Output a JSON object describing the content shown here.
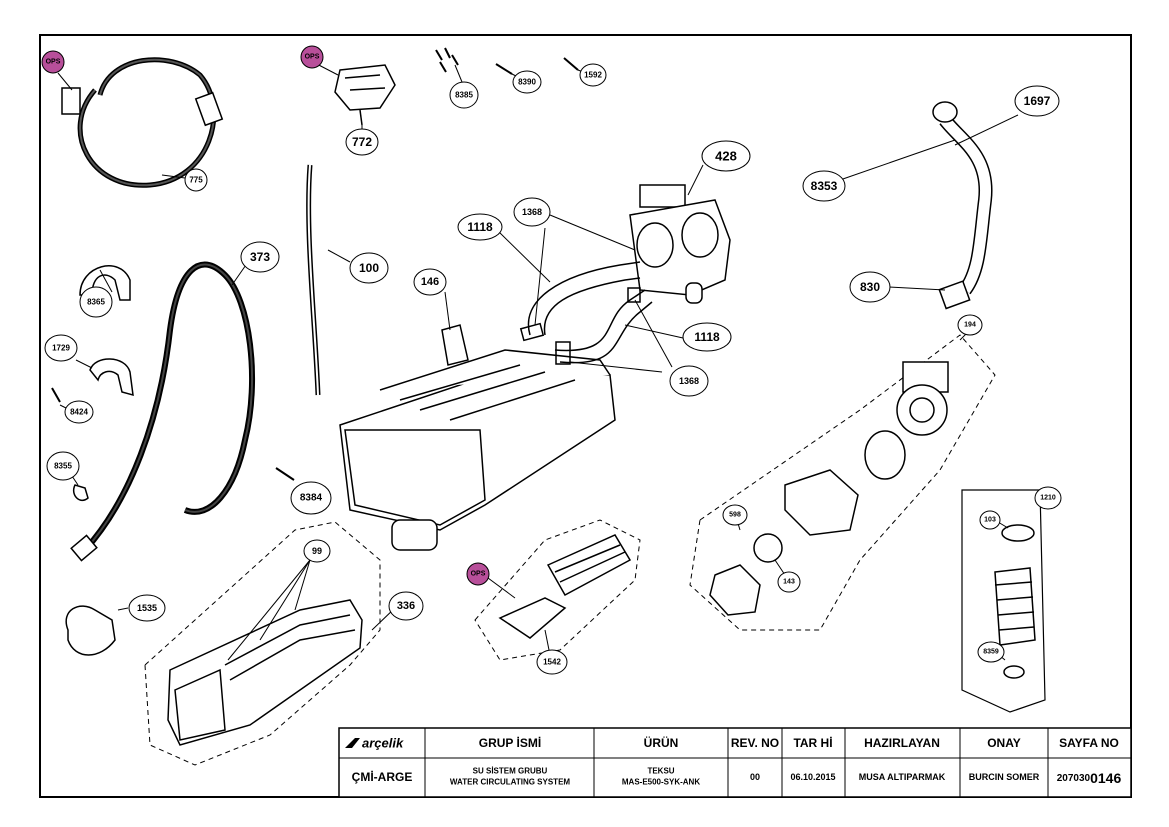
{
  "ops_tag": "OPS",
  "callouts": [
    {
      "id": "775",
      "text": "775"
    },
    {
      "id": "772",
      "text": "772"
    },
    {
      "id": "8385",
      "text": "8385"
    },
    {
      "id": "8390",
      "text": "8390"
    },
    {
      "id": "1592",
      "text": "1592"
    },
    {
      "id": "428",
      "text": "428"
    },
    {
      "id": "1697",
      "text": "1697"
    },
    {
      "id": "8353",
      "text": "8353"
    },
    {
      "id": "1368a",
      "text": "1368"
    },
    {
      "id": "1118a",
      "text": "1118"
    },
    {
      "id": "100",
      "text": "100"
    },
    {
      "id": "373",
      "text": "373"
    },
    {
      "id": "8365",
      "text": "8365"
    },
    {
      "id": "146",
      "text": "146"
    },
    {
      "id": "830",
      "text": "830"
    },
    {
      "id": "1118b",
      "text": "1118"
    },
    {
      "id": "1368b",
      "text": "1368"
    },
    {
      "id": "1729",
      "text": "1729"
    },
    {
      "id": "194",
      "text": "194"
    },
    {
      "id": "8424",
      "text": "8424"
    },
    {
      "id": "8355",
      "text": "8355"
    },
    {
      "id": "8384",
      "text": "8384"
    },
    {
      "id": "1210",
      "text": "1210"
    },
    {
      "id": "598",
      "text": "598"
    },
    {
      "id": "103",
      "text": "103"
    },
    {
      "id": "99",
      "text": "99"
    },
    {
      "id": "143",
      "text": "143"
    },
    {
      "id": "1535",
      "text": "1535"
    },
    {
      "id": "336",
      "text": "336"
    },
    {
      "id": "1542",
      "text": "1542"
    },
    {
      "id": "8359",
      "text": "8359"
    }
  ],
  "title_block": {
    "brand": "arçelik",
    "headers": {
      "group": "GRUP İSMİ",
      "product": "ÜRÜN",
      "rev": "REV. NO",
      "date": "TAR Hİ",
      "prepared": "HAZIRLAYAN",
      "approval": "ONAY",
      "page": "SAYFA NO"
    },
    "values": {
      "department": "ÇMİ-ARGE",
      "group_line1": "SU SİSTEM GRUBU",
      "group_line2": "WATER CIRCULATING SYSTEM",
      "product_line1": "TEKSU",
      "product_line2": "MAS-E500-SYK-ANK",
      "rev": "00",
      "date": "06.10.2015",
      "prepared": "MUSA ALTIPARMAK",
      "approval": "BURCIN SOMER",
      "page_prefix": "207030",
      "page_suffix": "0146"
    }
  },
  "colors": {
    "ops_fill": "#b84f9a",
    "line": "#000000",
    "background": "#ffffff"
  }
}
